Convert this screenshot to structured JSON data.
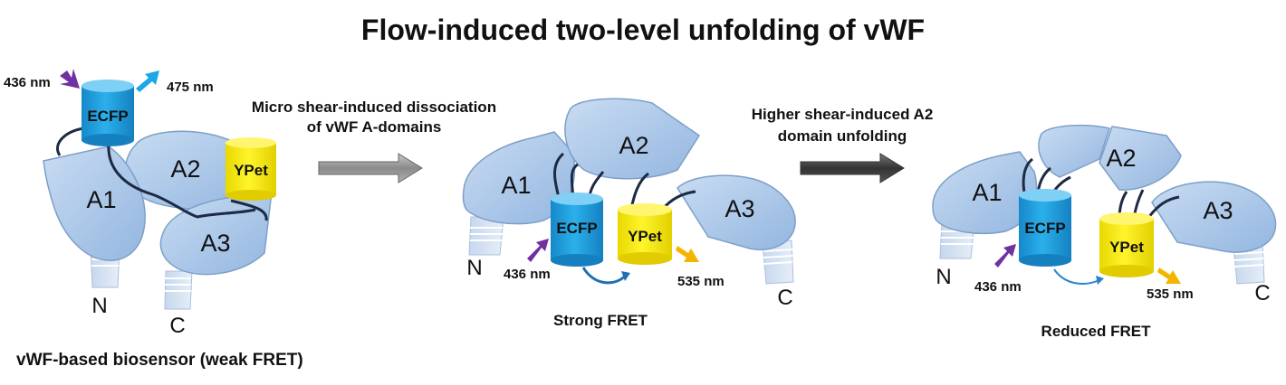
{
  "title": "Flow-induced two-level unfolding of vWF",
  "arrows": {
    "step1_label_line1": "Micro shear-induced dissociation",
    "step1_label_line2": "of vWF A-domains",
    "step2_label_line1": "Higher shear-induced A2",
    "step2_label_line2": "domain unfolding"
  },
  "panels": {
    "left": {
      "caption": "vWF-based biosensor (weak FRET)",
      "domains": [
        "A1",
        "A2",
        "A3"
      ],
      "donor": "ECFP",
      "acceptor": "YPet",
      "excitation": "436 nm",
      "emission": "475 nm",
      "n_term": "N",
      "c_term": "C"
    },
    "middle": {
      "caption": "Strong FRET",
      "domains": [
        "A1",
        "A2",
        "A3"
      ],
      "donor": "ECFP",
      "acceptor": "YPet",
      "excitation": "436 nm",
      "emission": "535 nm",
      "n_term": "N",
      "c_term": "C"
    },
    "right": {
      "caption": "Reduced FRET",
      "domains": [
        "A1",
        "A2",
        "A3"
      ],
      "donor": "ECFP",
      "acceptor": "YPet",
      "excitation": "436 nm",
      "emission": "535 nm",
      "n_term": "N",
      "c_term": "C"
    }
  },
  "colors": {
    "domain_fill": "#a9c8ea",
    "domain_stroke": "#7d9fc8",
    "ecfp": "#1ea0e0",
    "ypet": "#f7ec1a",
    "excitation_arrow": "#7030a0",
    "ecfp_emission_arrow": "#1aa8e6",
    "ypet_emission_arrow": "#f5b400",
    "linker": "#1c2a44"
  }
}
